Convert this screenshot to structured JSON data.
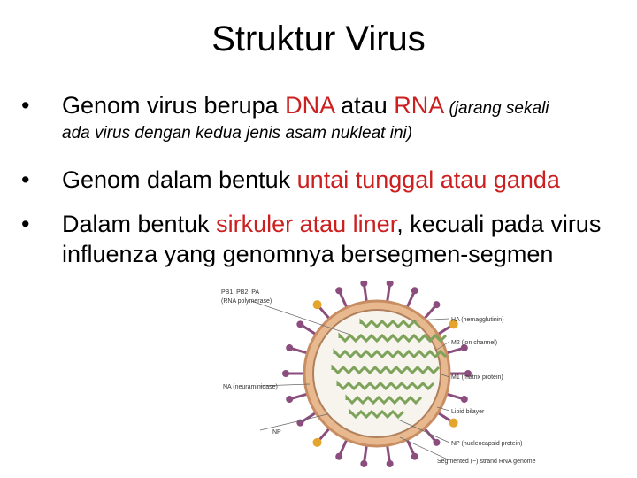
{
  "slide": {
    "title": "Struktur Virus",
    "bullets": [
      {
        "bullet_char": "•",
        "pre": "Genom virus berupa ",
        "red1": "DNA",
        "mid": " atau ",
        "red2": "RNA",
        "note_italic": " (jarang sekali",
        "note_italic_line2": "ada virus dengan kedua jenis asam nukleat ini)"
      },
      {
        "bullet_char": "•",
        "pre": "Genom dalam bentuk ",
        "red": "untai tunggal atau ganda"
      },
      {
        "bullet_char": "•",
        "pre": "Dalam bentuk ",
        "red": "sirkuler atau liner",
        "post": ", kecuali pada virus influenza yang genomnya bersegmen-segmen"
      }
    ]
  },
  "figure": {
    "labels": {
      "pb": "PB1, PB2, PA",
      "pb2": "(RNA polymerase)",
      "ha": "HA (hemagglutinin)",
      "m2": "M2 (ion channel)",
      "m1": "M1 (matrix protein)",
      "lipid": "Lipid bilayer",
      "na": "NA (neuraminidase)",
      "np_left": "NP",
      "np_right": "NP (nucleocapsid protein)",
      "segmented": "Segmented (−) strand RNA genome"
    },
    "colors": {
      "envelope": "#e8b98f",
      "spike": "#8a4d7d",
      "ha_head": "#e3a52c",
      "rna": "#7da35a",
      "line": "#6a6a6a"
    }
  }
}
